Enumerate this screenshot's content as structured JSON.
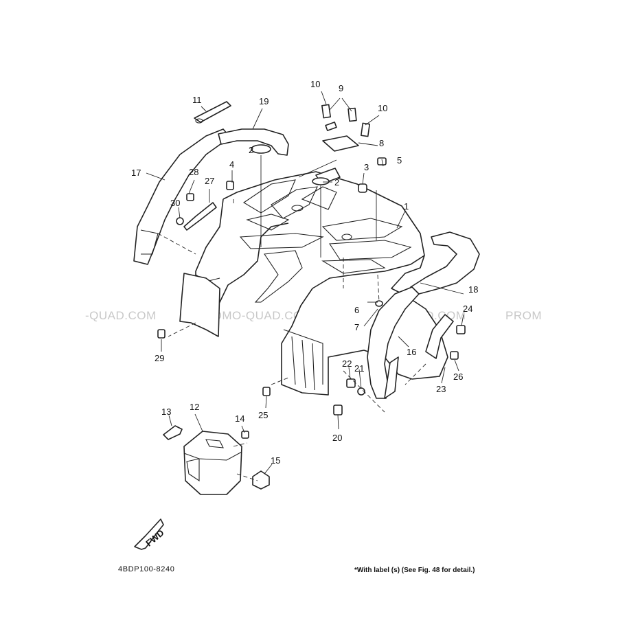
{
  "diagram": {
    "document_code": "4BDP100-8240",
    "footnote": "*With label (s) (See Fig. 48 for detail.)",
    "fwd_label": "FWD",
    "watermarks": [
      "-QUAD.COM",
      "PROMO-QUAD.COM",
      "PROMO-QUAD.COM",
      "PROM"
    ],
    "callouts": [
      "1",
      "2",
      "2",
      "3",
      "4",
      "5",
      "6",
      "7",
      "8",
      "9",
      "10",
      "10",
      "11",
      "12",
      "13",
      "14",
      "15",
      "16",
      "17",
      "18",
      "19",
      "20",
      "21",
      "22",
      "23",
      "24",
      "25",
      "26",
      "27",
      "28",
      "29",
      "30"
    ]
  }
}
